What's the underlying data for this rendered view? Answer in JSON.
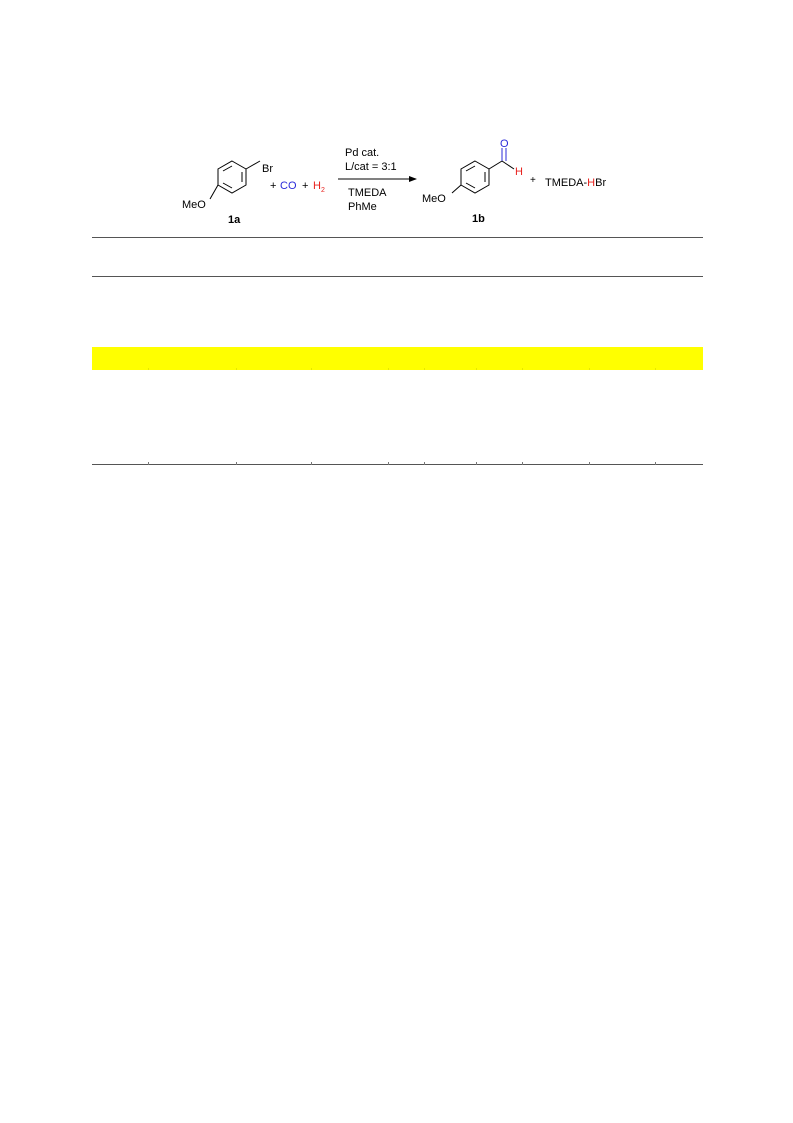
{
  "scheme": {
    "reactant": {
      "label": "1a",
      "substituent_top": "Br",
      "substituent_bottom": "MeO"
    },
    "plus1": "+",
    "co": "CO",
    "plus2": "+",
    "h2_main": "H",
    "h2_sub": "2",
    "conditions_above": [
      "Pd cat.",
      "L/cat = 3:1"
    ],
    "conditions_below": [
      "TMEDA",
      "PhMe"
    ],
    "product": {
      "label": "1b",
      "substituent_bottom": "MeO",
      "carbonyl_o": "O",
      "aldehyde_h": "H"
    },
    "plus3": "+",
    "byproduct_pre": "TMEDA-",
    "byproduct_h": "H",
    "byproduct_post": "Br"
  },
  "colors": {
    "co": "#2b2bd9",
    "h": "#e8231f",
    "highlight": "#ffff00"
  }
}
